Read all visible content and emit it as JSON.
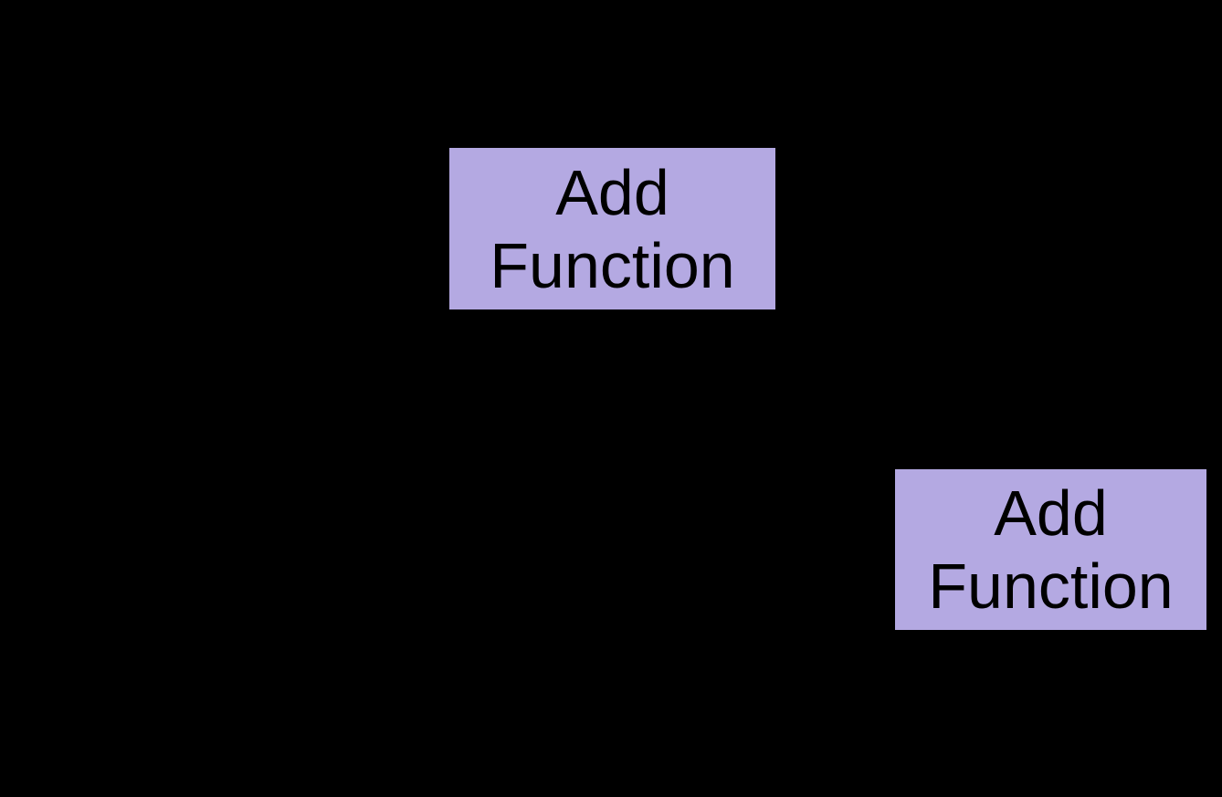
{
  "canvas": {
    "background_color": "#000000",
    "description": "black diagram canvas"
  },
  "colors": {
    "node_fill": "#b4a9e2",
    "node_text": "#000000"
  },
  "nodes": [
    {
      "id": "add-function-1",
      "label": "Add\nFunction",
      "fill": "#b4a9e2",
      "text_color": "#000000"
    },
    {
      "id": "add-function-2",
      "label": "Add\nFunction",
      "fill": "#b4a9e2",
      "text_color": "#000000"
    }
  ]
}
